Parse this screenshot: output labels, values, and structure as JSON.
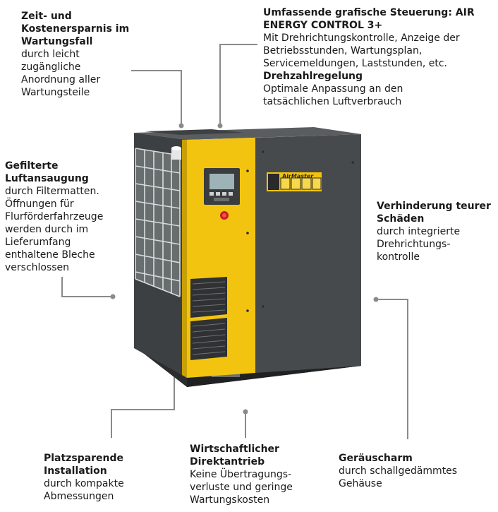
{
  "callouts": {
    "wartung": {
      "title": "Zeit- und Kostenersparnis im Wartungsfall",
      "text": "durch leicht zugängliche Anordnung aller Wartungsteile"
    },
    "steuerung": {
      "title": "Umfassende grafische Steuerung: AIR ENERGY CONTROL 3+",
      "text": "Mit Drehrichtungskontrolle, Anzeige der Betriebsstunden, Wartungsplan, Servicemeldungen, Laststunden, etc.",
      "title2": "Drehzahlregelung",
      "text2": "Optimale Anpassung an den tatsächlichen Luftverbrauch"
    },
    "ansaugung": {
      "title": "Gefilterte Luftansaugung",
      "text": "durch Filtermatten. Öffnungen für Flurförderfahrzeuge werden durch im Lieferumfang enthaltene Bleche verschlossen"
    },
    "schaeden": {
      "title": "Verhinderung teurer Schäden",
      "text": "durch integrierte Drehrichtungs-kontrolle"
    },
    "installation": {
      "title": "Platzsparende Installation",
      "text": "durch kompakte Abmessungen"
    },
    "antrieb": {
      "title": "Wirtschaftlicher Direktantrieb",
      "text": "Keine Übertragungs-verluste und geringe Wartungskosten"
    },
    "geraeusch": {
      "title": "Geräuscharm",
      "text": "durch schallgedämmtes Gehäuse"
    }
  },
  "product": {
    "brand": "AirMaster",
    "brand_air": "Air",
    "brand_master": "Master"
  },
  "colors": {
    "body_dark": "#474a4c",
    "accent_yellow": "#f2c40f",
    "leader_line": "#8a8a8a"
  }
}
